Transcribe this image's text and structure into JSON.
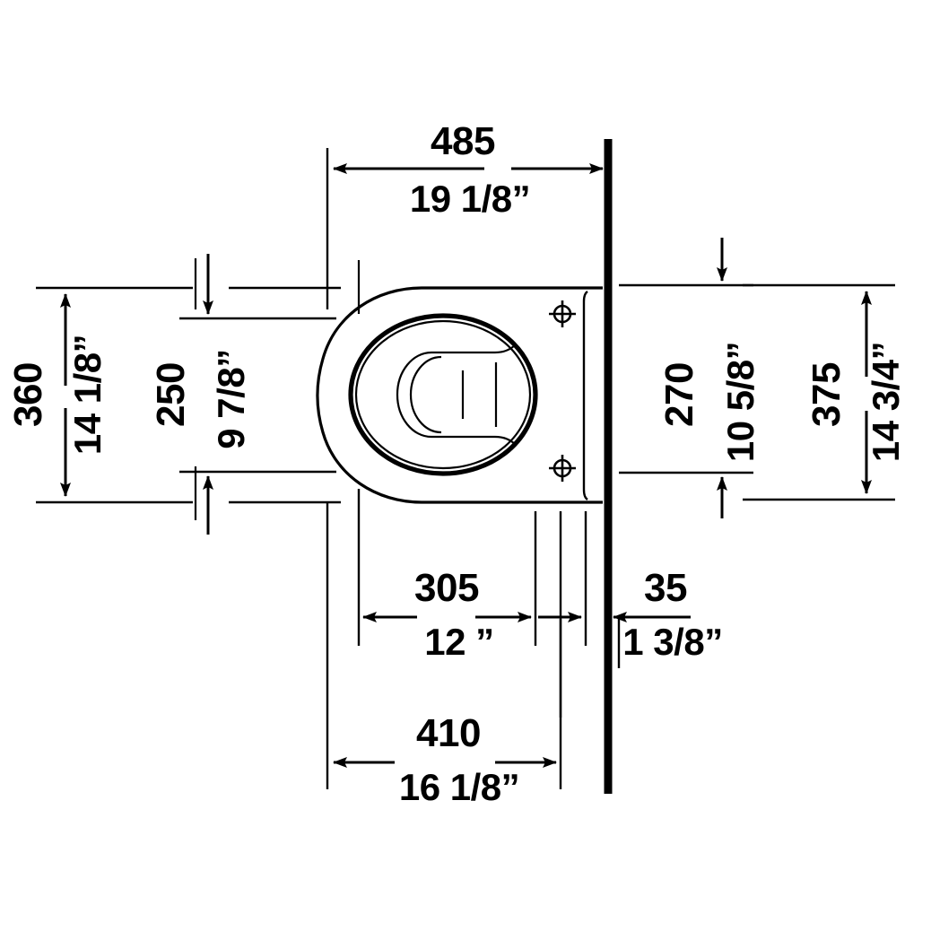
{
  "drawing": {
    "type": "technical-dimension-drawing",
    "subject": "wall-hung-toilet-top-view",
    "units": {
      "primary": "mm",
      "secondary": "inch"
    },
    "line_color": "#000000",
    "background_color": "#ffffff"
  },
  "dimensions": {
    "width_overall": {
      "mm": "485",
      "inch": "19 1/8”",
      "orientation": "horizontal",
      "position": "top"
    },
    "depth_overall": {
      "mm": "360",
      "inch": "14 1/8”",
      "orientation": "vertical",
      "position": "left-outer"
    },
    "bowl_inner_width": {
      "mm": "250",
      "inch": "9 7/8”",
      "orientation": "vertical",
      "position": "left-inner"
    },
    "mounting_hole_spacing": {
      "mm": "270",
      "inch": "10 5/8”",
      "orientation": "vertical",
      "position": "right-inner"
    },
    "wall_plate_height": {
      "mm": "375",
      "inch": "14 3/4”",
      "orientation": "vertical",
      "position": "right-outer"
    },
    "outlet_offset": {
      "mm": "305",
      "inch": "12 ”",
      "orientation": "horizontal",
      "position": "bottom-inner"
    },
    "wall_clearance": {
      "mm": "35",
      "inch": "1 3/8”",
      "orientation": "horizontal",
      "position": "bottom-right"
    },
    "hole_to_wall": {
      "mm": "410",
      "inch": "16 1/8”",
      "orientation": "horizontal",
      "position": "bottom-outer"
    }
  },
  "features": {
    "wall_line_label": "wall",
    "mounting_hole_top": "mounting-hole",
    "mounting_hole_bottom": "mounting-hole",
    "bowl_rim": "bowl-rim",
    "flush_detail": "flush-inlet-detail"
  }
}
